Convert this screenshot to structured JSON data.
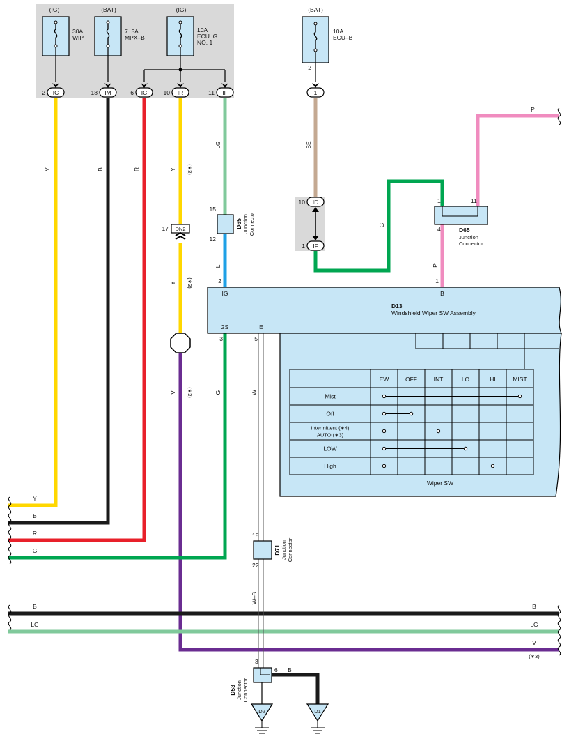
{
  "fuses": [
    {
      "src": "(IG)",
      "amp": "30A",
      "name1": "WIP",
      "name2": "",
      "pin_no": "2",
      "pin": "IC"
    },
    {
      "src": "(BAT)",
      "amp": "7. 5A",
      "name1": "MPX–B",
      "name2": "",
      "pin_no": "18",
      "pin": "IM"
    },
    {
      "src": "(IG)",
      "amp": "10A",
      "name1": "ECU IG",
      "name2": "NO. 1",
      "pin_no": "6",
      "pin": "IC"
    },
    {
      "src": "",
      "amp": "",
      "name1": "",
      "name2": "",
      "pin_no": "10",
      "pin": "IR"
    },
    {
      "src": "",
      "amp": "",
      "name1": "",
      "name2": "",
      "pin_no": "11",
      "pin": "IF"
    },
    {
      "src": "(BAT)",
      "amp": "10A",
      "name1": "ECU–B",
      "name2": "",
      "pin_no": "2",
      "pin": "1"
    }
  ],
  "wire_labels": {
    "y1": "Y",
    "b1": "B",
    "r1": "R",
    "y2": "Y",
    "star3a": "(∗3)",
    "lg1": "LG",
    "be": "BE",
    "g1": "G",
    "p_top": "P",
    "p2": "P",
    "l": "L",
    "y3": "Y",
    "star3b": "(∗3)",
    "v1": "V",
    "star3c": "(∗3)",
    "g2": "G",
    "w": "W",
    "wb": "W–B",
    "left_y": "Y",
    "left_b": "B",
    "left_r": "R",
    "left_g": "G",
    "bus_b": "B",
    "bus_b_r": "B",
    "bus_lg": "LG",
    "bus_lg_r": "LG",
    "bus_v_r": "V",
    "bus_star": "(∗3)",
    "gnd_b": "B"
  },
  "connectors": {
    "dn2": {
      "no": "17",
      "id": "DN2"
    },
    "d65a": {
      "top": "15",
      "bot": "12",
      "id": "D65",
      "name1": "Junction",
      "name2": "Connector"
    },
    "d65b": {
      "p1": "1",
      "p11": "11",
      "p4": "4",
      "id": "D65",
      "name1": "Junction",
      "name2": "Connector"
    },
    "jc": {
      "top_no": "10",
      "top": "ID",
      "bot_no": "1",
      "bot": "IF"
    },
    "d71": {
      "top": "18",
      "bot": "22",
      "id": "D71",
      "name1": "Junction",
      "name2": "Connector"
    },
    "d53": {
      "p3": "3",
      "p6": "6",
      "id": "D53",
      "name1": "Junction",
      "name2": "Connector"
    },
    "d2": "D2",
    "d1": "D1"
  },
  "d13": {
    "id": "D13",
    "name": "Windshield Wiper SW Assembly",
    "pin_ig_no": "2",
    "pin_ig": "IG",
    "pin_b_no": "1",
    "pin_b": "B",
    "pin_2s_no": "3",
    "pin_2s": "2S",
    "pin_e_no": "5",
    "pin_e": "E"
  },
  "switch_table": {
    "caption": "Wiper SW",
    "columns": [
      "EW",
      "OFF",
      "INT",
      "LO",
      "HI",
      "MIST"
    ],
    "rows": [
      {
        "label": "Mist",
        "label2": ""
      },
      {
        "label": "Off",
        "label2": ""
      },
      {
        "label": "Intermittent (∗4)",
        "label2": "AUTO (∗3)"
      },
      {
        "label": "LOW",
        "label2": ""
      },
      {
        "label": "High",
        "label2": ""
      }
    ],
    "connections": [
      [
        0,
        5
      ],
      [
        0,
        1
      ],
      [
        0,
        2
      ],
      [
        0,
        3
      ],
      [
        0,
        4
      ]
    ]
  }
}
